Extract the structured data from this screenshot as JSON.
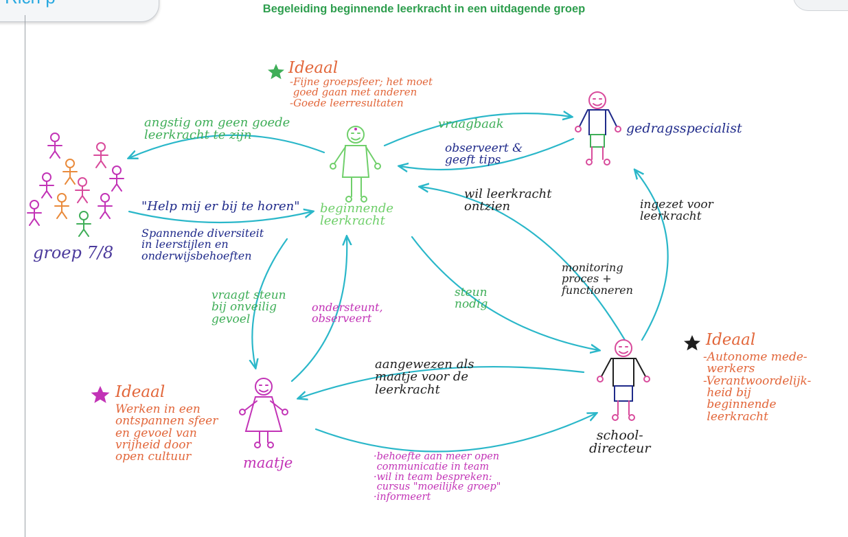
{
  "page": {
    "tab_label": "Rich p",
    "title": "Begeleiding beginnende leerkracht in een uitdagende groep"
  },
  "colors": {
    "title_green": "#2e9e4e",
    "arrow_cyan": "#2ab7c9",
    "ideal_orange": "#e2663a",
    "navy": "#1f2a8a",
    "magenta": "#c233b6"
  },
  "actors": {
    "groep": "groep 7/8",
    "beginnende": "beginnende\nleerkracht",
    "gedragsspecialist": "gedragsspecialist",
    "maatje": "maatje",
    "directeur": "school-\ndirecteur"
  },
  "ideals": {
    "leerkracht": {
      "heading": "Ideaal",
      "text": "-Fijne groepsfeer; het moet\n goed gaan met anderen\n-Goede leerresultaten"
    },
    "directeur": {
      "heading": "Ideaal",
      "text": "-Autonome mede-\n werkers\n-Verantwoordelijk-\n heid bij\n beginnende\n leerkracht"
    },
    "maatje": {
      "heading": "Ideaal",
      "text": "Werken in een\nontspannen sfeer\nen gevoel van\nvrijheid door\nopen cultuur"
    }
  },
  "relations": {
    "angstig": "angstig om geen goede\nleerkracht te zijn",
    "help": "\"Help mij er bij te horen\"",
    "spannende": "Spannende diversiteit\nin leerstijlen en\nonderwijsbehoeften",
    "vraagbaak": "vraagbaak",
    "observeert": "observeert &\ngeeft tips",
    "wil_ontzien": "wil leerkracht\nontzien",
    "ingezet": "ingezet voor\nleerkracht",
    "monitoring": "monitoring\nproces +\nfunctioneren",
    "steun": "steun\nnodig",
    "vraagt_steun": "vraagt steun\nbij onveilig\ngevoel",
    "ondersteunt": "ondersteunt,\nobserveert",
    "aangewezen": "aangewezen als\nmaatje voor de\nleerkracht",
    "behoefte": "·behoefte aan meer open\n communicatie in team\n·wil in team bespreken:\n cursus \"moeilijke groep\"\n·informeert"
  },
  "icons": [
    "star-icon",
    "stick-figure-icon",
    "arrow-icon"
  ]
}
